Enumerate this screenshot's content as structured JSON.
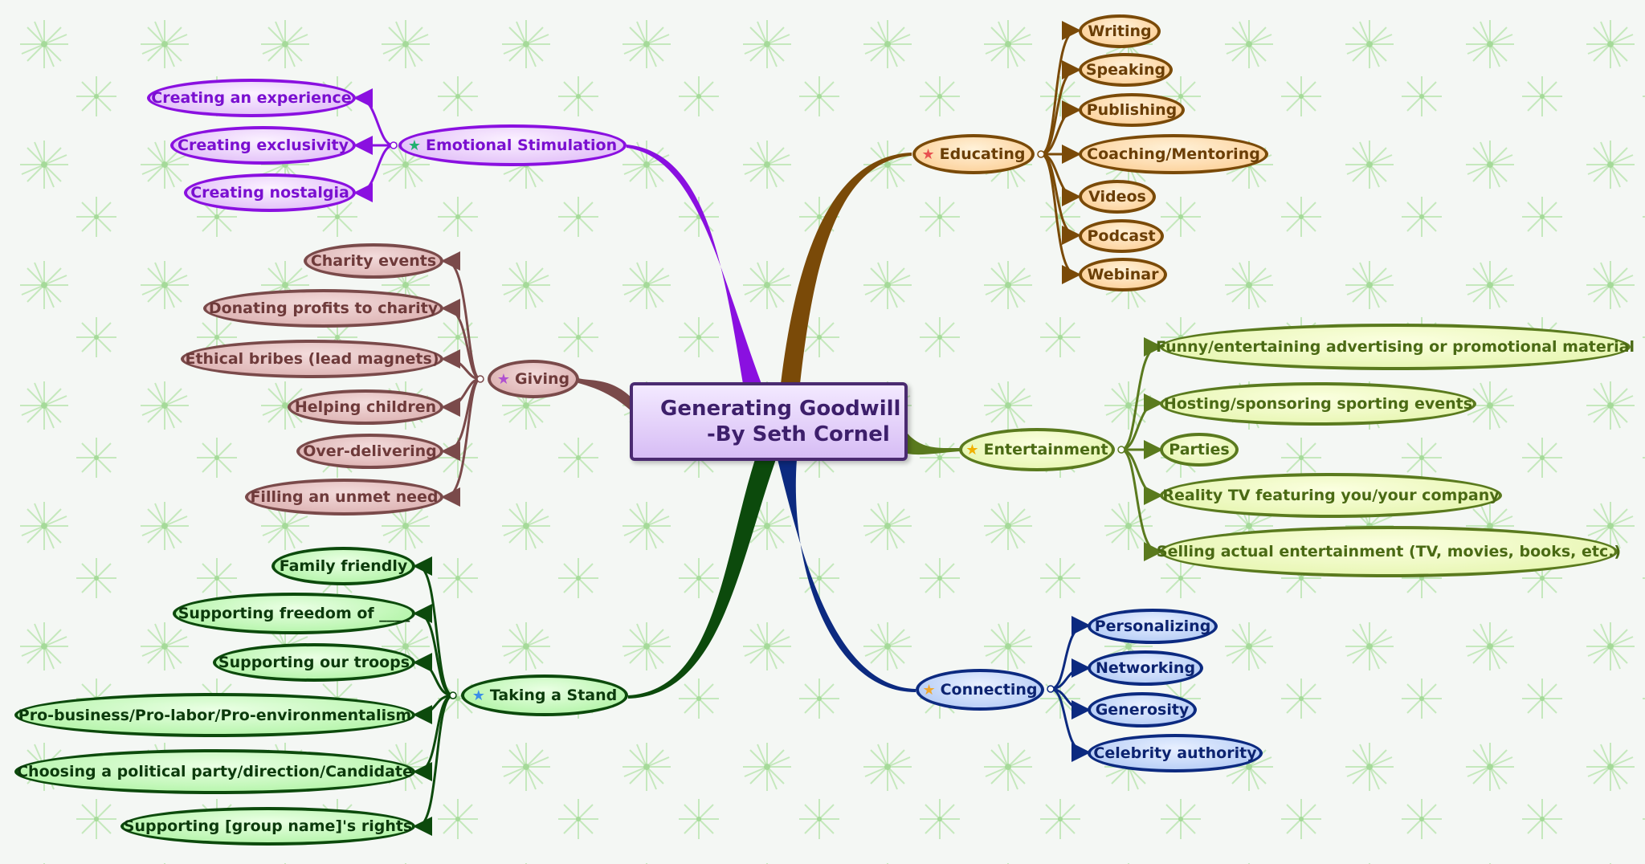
{
  "title": {
    "line1": "Generating Goodwill",
    "line2": "-By Seth Cornel"
  },
  "branches": {
    "emotional": {
      "label": "Emotional Stimulation",
      "color": "#8a10e0",
      "children": [
        "Creating an experience",
        "Creating exclusivity",
        "Creating nostalgia"
      ]
    },
    "giving": {
      "label": "Giving",
      "color": "#7a4a4a",
      "children": [
        "Charity events",
        "Donating profits to charity",
        "Ethical bribes (lead magnets)",
        "Helping children",
        "Over-delivering",
        "Filling an unmet need"
      ]
    },
    "stand": {
      "label": "Taking a Stand",
      "color": "#0c4a0c",
      "children": [
        "Family friendly",
        "Supporting freedom of ____",
        "Supporting our troops",
        "Pro-business/Pro-labor/Pro-environmentalism",
        "Choosing a political party/direction/Candidate",
        "Supporting [group name]'s rights"
      ]
    },
    "educating": {
      "label": "Educating",
      "color": "#7a4a08",
      "children": [
        "Writing",
        "Speaking",
        "Publishing",
        "Coaching/Mentoring",
        "Videos",
        "Podcast",
        "Webinar"
      ]
    },
    "entertainment": {
      "label": "Entertainment",
      "color": "#5a7a1e",
      "children": [
        "Funny/entertaining advertising or promotional material",
        "Hosting/sponsoring sporting events",
        "Parties",
        "Reality TV featuring you/your company",
        "Selling actual entertainment (TV, movies, books, etc.)"
      ]
    },
    "connecting": {
      "label": "Connecting",
      "color": "#0c2a80",
      "children": [
        "Personalizing",
        "Networking",
        "Generosity",
        "Celebrity authority"
      ]
    }
  },
  "icons": {
    "star": "★",
    "star_colors": {
      "emotional": "#22b070",
      "giving": "#b050d0",
      "stand": "#3a8ee8",
      "educating": "#e85050",
      "entertainment": "#f0b000",
      "connecting": "#f0a830"
    }
  }
}
